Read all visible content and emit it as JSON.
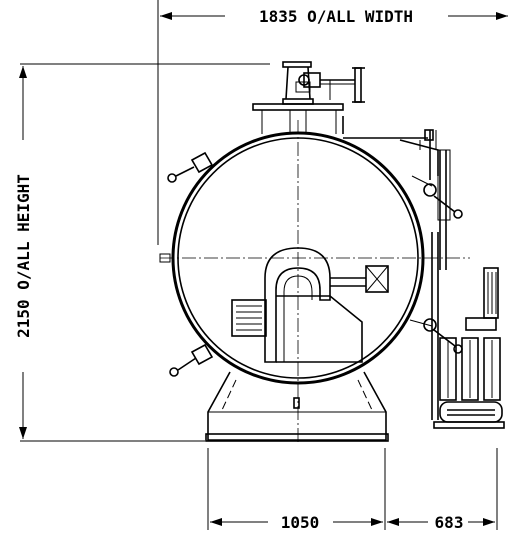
{
  "dimensions": {
    "overall_width": "1835 O/ALL WIDTH",
    "overall_height": "2150 O/ALL HEIGHT",
    "base_width": "1050",
    "side_width": "683"
  },
  "colors": {
    "line": "#000000",
    "background": "#ffffff"
  }
}
